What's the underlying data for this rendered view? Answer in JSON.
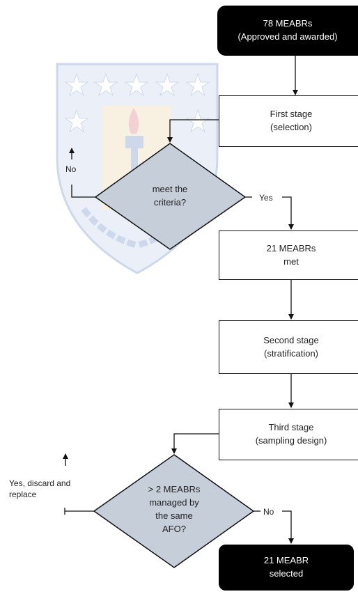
{
  "colors": {
    "terminal_fill": "#000000",
    "process_fill": "#ffffff",
    "decision_fill": "#c5ced9",
    "line": "#111111",
    "watermark_blue": "#9db4d8",
    "watermark_gold": "#e6c68f"
  },
  "nodes": {
    "start": {
      "line1": "78 MEABRs",
      "line2": "(Approved and awarded)"
    },
    "first_stage": {
      "line1": "First stage",
      "line2": "(selection)"
    },
    "decision1": {
      "line1": "meet the",
      "line2": "criteria?"
    },
    "met": {
      "line1": "21 MEABRs",
      "line2": "met"
    },
    "second_stage": {
      "line1": "Second stage",
      "line2": "(stratification)"
    },
    "third_stage": {
      "line1": "Third stage",
      "line2": "(sampling design)"
    },
    "decision2": {
      "line1": "> 2 MEABRs",
      "line2": "managed by",
      "line3": "the same",
      "line4": "AFO?"
    },
    "end": {
      "line1": "21 MEABR",
      "line2": "selected"
    }
  },
  "edge_labels": {
    "d1_no": "No",
    "d1_yes": "Yes",
    "d2_yes_line1": "Yes, discard and",
    "d2_yes_line2": "replace",
    "d2_no": "No"
  },
  "watermark": {
    "icon": "university-shield-icon"
  }
}
